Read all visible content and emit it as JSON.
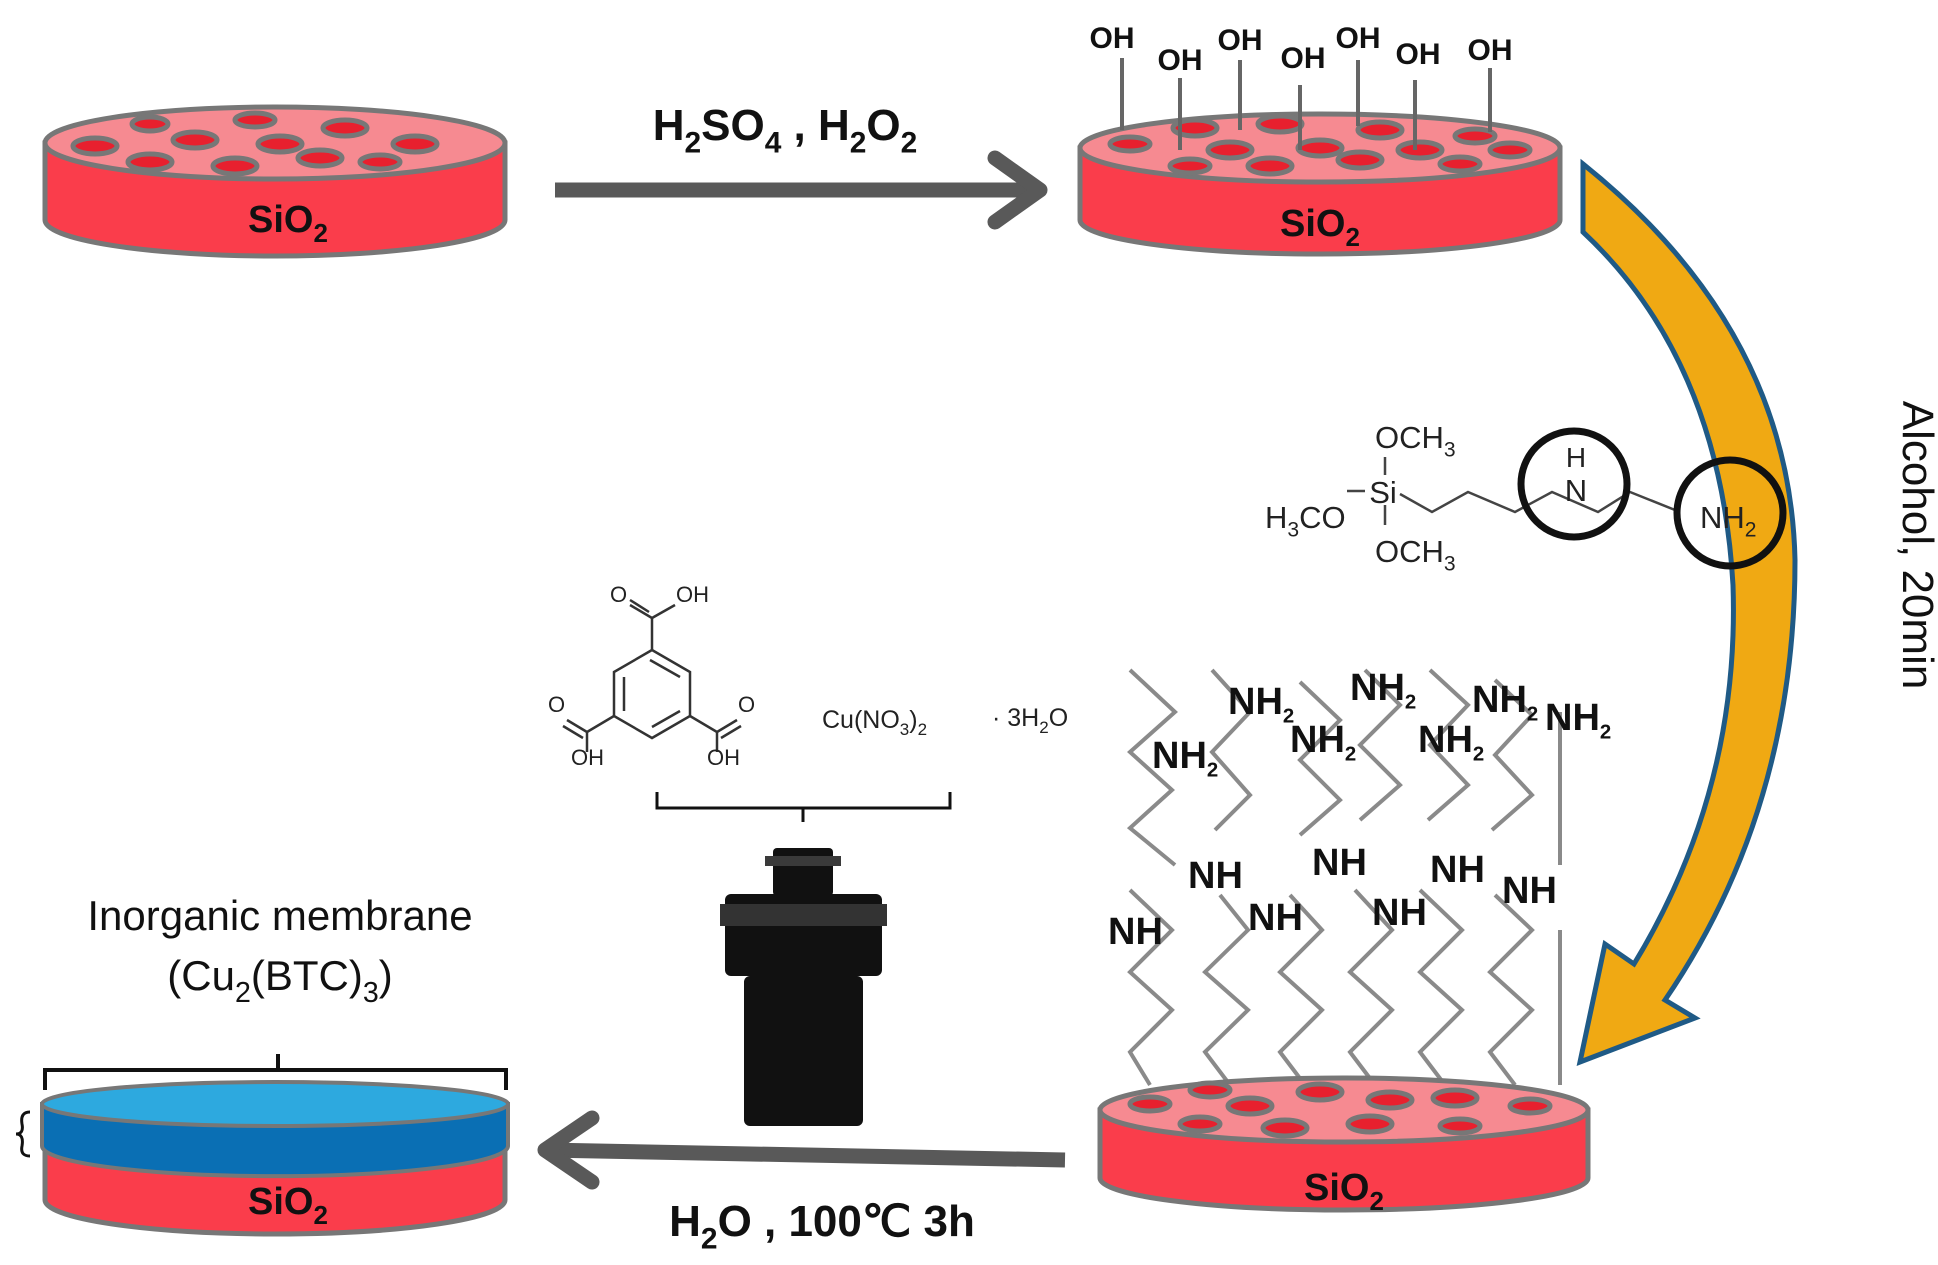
{
  "disks": {
    "d1": {
      "material": "SiO",
      "sub": "2"
    },
    "d2": {
      "material": "SiO",
      "sub": "2"
    },
    "d3": {
      "material": "SiO",
      "sub": "2"
    },
    "d4": {
      "material": "SiO",
      "sub": "2"
    }
  },
  "hydroxyl": {
    "label": "OH"
  },
  "step1": {
    "parts": [
      {
        "t": "H"
      },
      {
        "t": "2",
        "sub": true
      },
      {
        "t": "SO"
      },
      {
        "t": "4",
        "sub": true
      },
      {
        "t": " , H"
      },
      {
        "t": "2",
        "sub": true
      },
      {
        "t": "O"
      },
      {
        "t": "2",
        "sub": true
      }
    ]
  },
  "step2": {
    "parts": [
      {
        "t": "Alcohol, 20min"
      }
    ]
  },
  "step3": {
    "parts": [
      {
        "t": "H"
      },
      {
        "t": "2",
        "sub": true
      },
      {
        "t": "O , 100℃  3h"
      }
    ]
  },
  "silane": {
    "och3_top": [
      {
        "t": "OCH"
      },
      {
        "t": "3",
        "sub": true
      }
    ],
    "och3_bottom": [
      {
        "t": "OCH"
      },
      {
        "t": "3",
        "sub": true
      }
    ],
    "h3co": [
      {
        "t": "H"
      },
      {
        "t": "3",
        "sub": true
      },
      {
        "t": "CO"
      }
    ],
    "si": "Si",
    "h": "H",
    "n": "N",
    "nh2": [
      {
        "t": "NH"
      },
      {
        "t": "2",
        "sub": true
      }
    ]
  },
  "amine": {
    "nh2": [
      {
        "t": "NH"
      },
      {
        "t": "2",
        "sub": true
      }
    ],
    "nh": "NH"
  },
  "reagents": {
    "oh": "OH",
    "o": "O",
    "cu_salt": [
      {
        "t": "Cu(NO"
      },
      {
        "t": "3",
        "sub": true
      },
      {
        "t": ")"
      },
      {
        "t": "2",
        "sub": true
      }
    ],
    "hydrate": [
      {
        "t": "· 3H"
      },
      {
        "t": "2",
        "sub": true
      },
      {
        "t": "O"
      }
    ]
  },
  "product": {
    "line1": "Inorganic membrane",
    "line2": [
      {
        "t": "(Cu"
      },
      {
        "t": "2",
        "sub": true
      },
      {
        "t": "(BTC)"
      },
      {
        "t": "3",
        "sub": true
      },
      {
        "t": ")"
      }
    ]
  },
  "colors": {
    "disk_side": "#fa3d4b",
    "disk_top": "#f68a91",
    "disk_outline": "#777777",
    "pore": "#e8202e",
    "arrow": "#595959",
    "curved_arrow": "#e8a310",
    "curved_arrow_edge": "#1f5a86",
    "membrane_top": "#2da9df",
    "membrane_side": "#0a6fb4",
    "chain": "#8a8a8a",
    "vessel": "#111111"
  }
}
